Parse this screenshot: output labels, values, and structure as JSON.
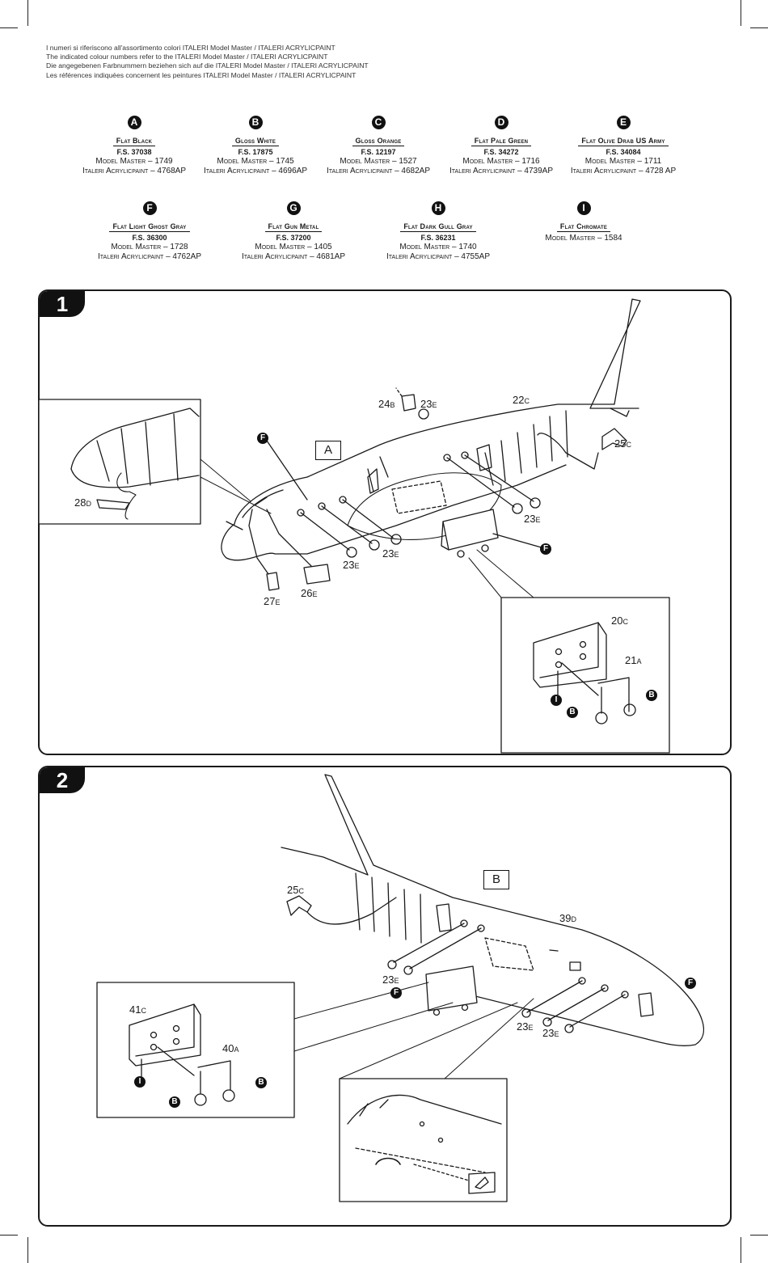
{
  "intro": [
    "I numeri si riferiscono all'assortimento colori ITALERI Model Master / ITALERI ACRYLICPAINT",
    "The indicated colour numbers refer to the ITALERI Model Master / ITALERI ACRYLICPAINT",
    "Die angegebenen Farbnummern beziehen sich auf die ITALERI Model Master / ITALERI ACRYLICPAINT",
    "Les références indiquées concernent les peintures ITALERI Model Master / ITALERI ACRYLICPAINT"
  ],
  "paints": [
    {
      "letter": "A",
      "name": "Flat Black",
      "fs": "F.S. 37038",
      "mm": "Model Master – 1749",
      "ia": "Italeri Acrylicpaint – 4768AP"
    },
    {
      "letter": "B",
      "name": "Gloss White",
      "fs": "F.S. 17875",
      "mm": "Model Master – 1745",
      "ia": "Italeri Acrylicpaint – 4696AP"
    },
    {
      "letter": "C",
      "name": "Gloss Orange",
      "fs": "F.S. 12197",
      "mm": "Model Master – 1527",
      "ia": "Italeri Acrylicpaint – 4682AP"
    },
    {
      "letter": "D",
      "name": "Flat Pale Green",
      "fs": "F.S. 34272",
      "mm": "Model Master – 1716",
      "ia": "Italeri Acrylicpaint – 4739AP"
    },
    {
      "letter": "E",
      "name": "Flat Olive Drab US Army",
      "fs": "F.S. 34084",
      "mm": "Model Master – 1711",
      "ia": "Italeri Acrylicpaint – 4728 AP"
    },
    {
      "letter": "F",
      "name": "Flat Light Ghost Gray",
      "fs": "F.S. 36300",
      "mm": "Model Master – 1728",
      "ia": "Italeri Acrylicpaint – 4762AP"
    },
    {
      "letter": "G",
      "name": "Flat Gun Metal",
      "fs": "F.S. 37200",
      "mm": "Model Master – 1405",
      "ia": "Italeri Acrylicpaint – 4681AP"
    },
    {
      "letter": "H",
      "name": "Flat Dark Gull Gray",
      "fs": "F.S. 36231",
      "mm": "Model Master – 1740",
      "ia": "Italeri Acrylicpaint – 4755AP"
    },
    {
      "letter": "I",
      "name": "Flat Chromate",
      "fs": "",
      "mm": "Model Master – 1584",
      "ia": ""
    }
  ],
  "step1": {
    "number": "1",
    "box": "A",
    "parts": {
      "p24": "24",
      "p24s": "B",
      "p23a": "23",
      "p23as": "E",
      "p22": "22",
      "p22s": "C",
      "p25": "25",
      "p25s": "C",
      "p28": "28",
      "p28s": "D",
      "p23b": "23",
      "p23bs": "E",
      "p23c": "23",
      "p23cs": "E",
      "p23d": "23",
      "p23ds": "E",
      "p27": "27",
      "p27s": "E",
      "p26": "26",
      "p26s": "E",
      "p20": "20",
      "p20s": "C",
      "p21": "21",
      "p21s": "A"
    },
    "callouts": {
      "f1": "F",
      "f2": "F",
      "i1": "I",
      "b1": "B",
      "b2": "B"
    }
  },
  "step2": {
    "number": "2",
    "box": "B",
    "parts": {
      "p25": "25",
      "p25s": "C",
      "p39": "39",
      "p39s": "D",
      "p23a": "23",
      "p23as": "E",
      "p23b": "23",
      "p23bs": "E",
      "p23c": "23",
      "p23cs": "E",
      "p41": "41",
      "p41s": "C",
      "p40": "40",
      "p40s": "A"
    },
    "callouts": {
      "f1": "F",
      "f2": "F",
      "i1": "I",
      "b1": "B",
      "b2": "B"
    }
  }
}
